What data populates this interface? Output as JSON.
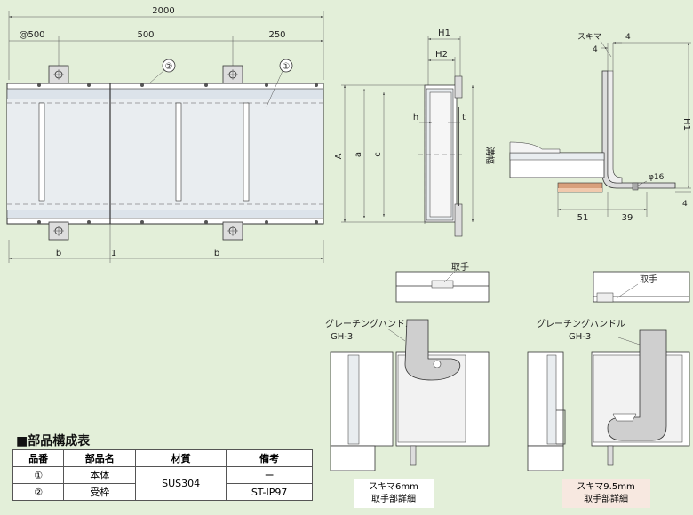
{
  "dims": {
    "total": "2000",
    "pitch": "@500",
    "mid": "500",
    "end": "250",
    "b1": "b",
    "b2": "b",
    "gap": "1",
    "A": "A",
    "a": "a",
    "c": "c",
    "H1": "H1",
    "H2": "H2",
    "h": "h",
    "t": "t",
    "groove": "溝幅",
    "sukima": "スキマ",
    "d4a": "4",
    "d4b": "4",
    "d4c": "4",
    "H1side": "H1",
    "phi16": "φ16",
    "d51": "51",
    "d39": "39"
  },
  "markers": {
    "m1": "①",
    "m2": "②"
  },
  "details": {
    "handle1": "取手",
    "handle2": "取手",
    "grating1_line1": "グレーチングハンドル",
    "grating1_line2": "GH-3",
    "grating2_line1": "グレーチングハンドル",
    "grating2_line2": "GH-3",
    "caption1_line1": "スキマ6mm",
    "caption1_line2": "取手部詳細",
    "caption2_line1": "スキマ9.5mm",
    "caption2_line2": "取手部詳細"
  },
  "parts_table": {
    "title": "■部品構成表",
    "headers": [
      "品番",
      "部品名",
      "材質",
      "備考"
    ],
    "rows": [
      {
        "no": "①",
        "name": "本体",
        "material": "SUS304",
        "note": "ー"
      },
      {
        "no": "②",
        "name": "受枠",
        "material": "",
        "note": "ST-IP97"
      }
    ]
  }
}
